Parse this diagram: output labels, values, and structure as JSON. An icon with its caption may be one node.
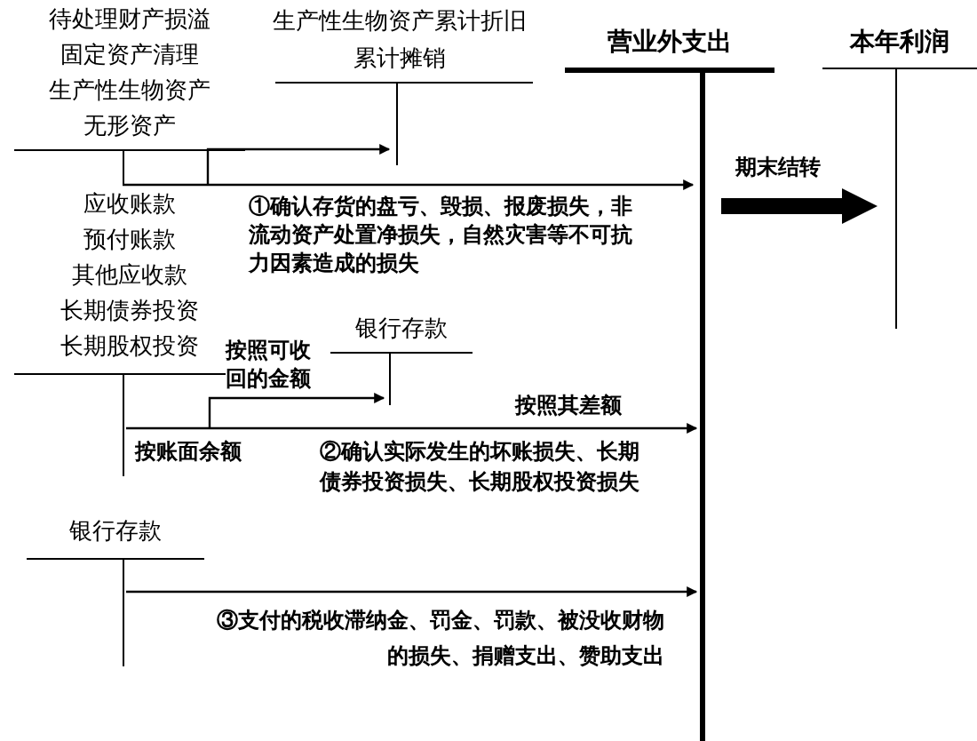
{
  "diagram": {
    "nodes": [
      {
        "text": [
          "待处理财产损溢",
          "固定资产清理",
          "生产性生物资产",
          "无形资产"
        ]
      },
      {
        "text": [
          "生产性生物资产累计折旧",
          "累计摊销"
        ]
      },
      {
        "text": [
          "营业外支出"
        ]
      },
      {
        "text": [
          "本年利润"
        ]
      },
      {
        "text": [
          "应收账款",
          "预付账款",
          "其他应收款",
          "长期债券投资",
          "长期股权投资"
        ]
      },
      {
        "text": [
          "银行存款"
        ]
      },
      {
        "text": [
          "银行存款"
        ]
      }
    ],
    "edges": [
      {
        "from": 0,
        "to": 2,
        "arrow": "to",
        "label": "①确认存货的盘亏、毁损、报废损失，非流动资产处置净损失，自然灾害等不可抗力因素造成的损失"
      },
      {
        "from": 0,
        "to": 1,
        "arrow": "to"
      },
      {
        "from": 4,
        "to": 2,
        "arrow": "to",
        "label": "按照其差额"
      },
      {
        "from": 4,
        "to": 5,
        "arrow": "to",
        "label": "按照可收回的金额"
      },
      {
        "from": 6,
        "to": 2,
        "arrow": "to",
        "label": "③支付的税收滞纳金、罚金、罚款、被没收财物的损失、捐赠支出、赞助支出"
      },
      {
        "from": 2,
        "to": 3,
        "arrow": "to",
        "label": "期末结转",
        "style": "thick"
      }
    ],
    "labels": [
      "按账面余额",
      "②确认实际发生的坏账损失、长期债券投资损失、长期股权投资损失"
    ]
  }
}
